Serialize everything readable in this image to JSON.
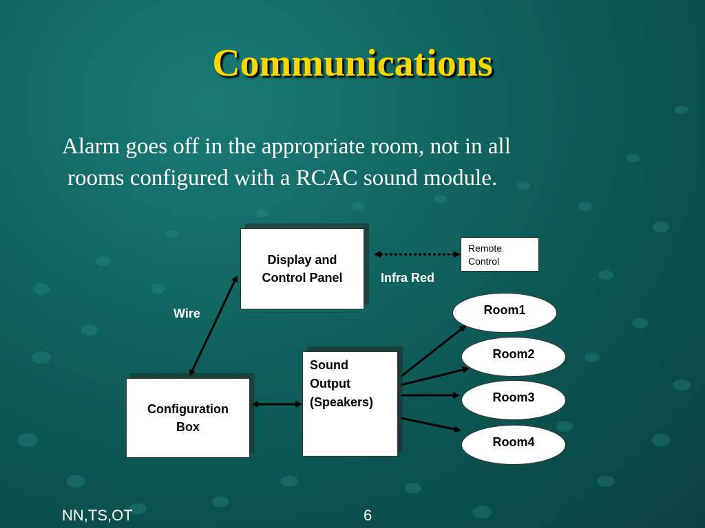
{
  "slide": {
    "title": "Communications",
    "body_line1": "Alarm goes off in the appropriate room, not in all",
    "body_line2": "rooms configured with a RCAC sound module."
  },
  "diagram": {
    "display_panel_line1": "Display and",
    "display_panel_line2": "Control Panel",
    "remote_line1": "Remote",
    "remote_line2": "Control",
    "infra_red_label": "Infra Red",
    "wire_label": "Wire",
    "config_box_line1": "Configuration",
    "config_box_line2": "Box",
    "sound_output_line1": "Sound",
    "sound_output_line2": "Output",
    "sound_output_line3": "(Speakers)",
    "rooms": [
      "Room1",
      "Room2",
      "Room3",
      "Room4"
    ]
  },
  "footer": {
    "authors": "NN,TS,OT",
    "page_number": "6"
  },
  "colors": {
    "title": "#ffd700",
    "text": "#ffffff",
    "background": "#0e5f5b"
  }
}
